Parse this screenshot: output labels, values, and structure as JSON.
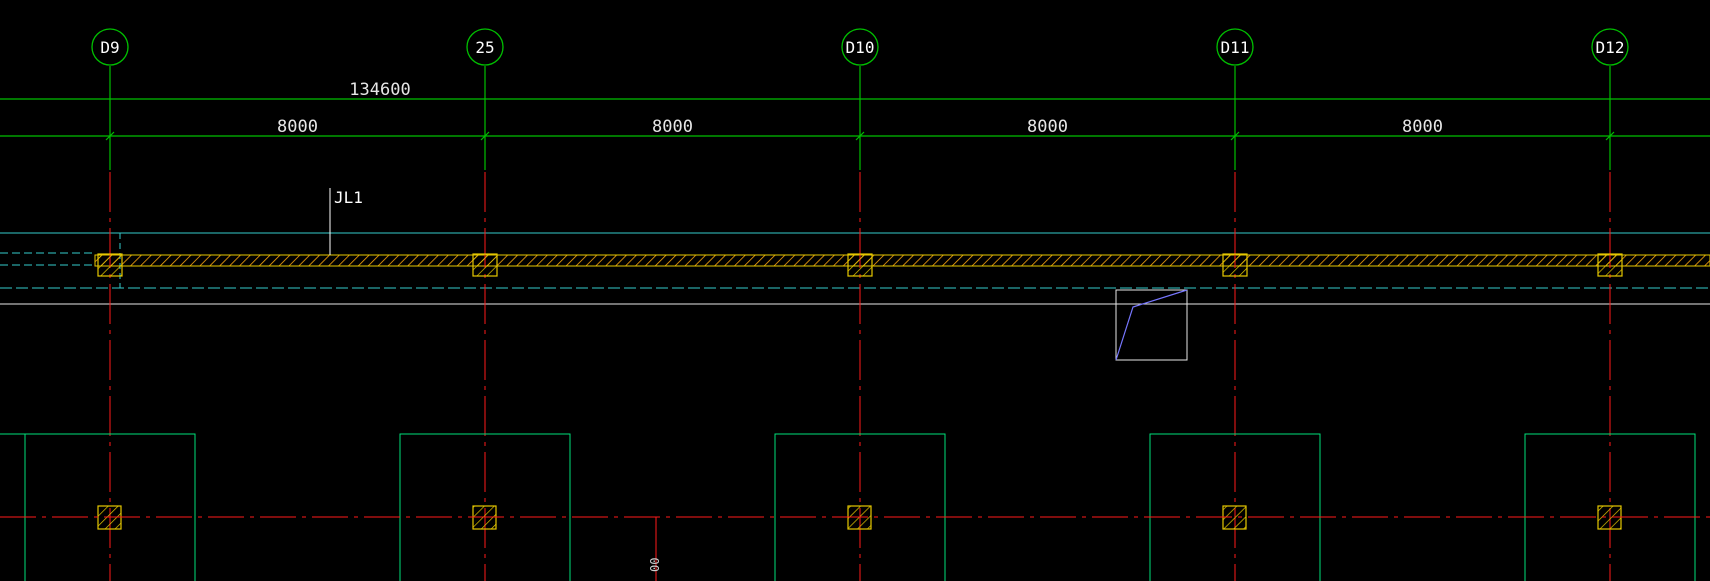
{
  "drawing": {
    "axis_labels": [
      "D9",
      "25",
      "D10",
      "D11",
      "D12"
    ],
    "overall_dimension": "134600",
    "span_dimensions": [
      "8000",
      "8000",
      "8000",
      "8000"
    ],
    "beam_label": "JL1",
    "bottom_text": "00"
  },
  "colors": {
    "background": "#000000",
    "axis_bubble": "#00c000",
    "dimension_line": "#00c000",
    "center_line": "#ff1a1a",
    "beam_outline": "#33cccc",
    "beam_hatch": "#e6c800",
    "column_box": "#00e07a",
    "leader_line": "#ffffff",
    "window_line": "#7777ff"
  }
}
